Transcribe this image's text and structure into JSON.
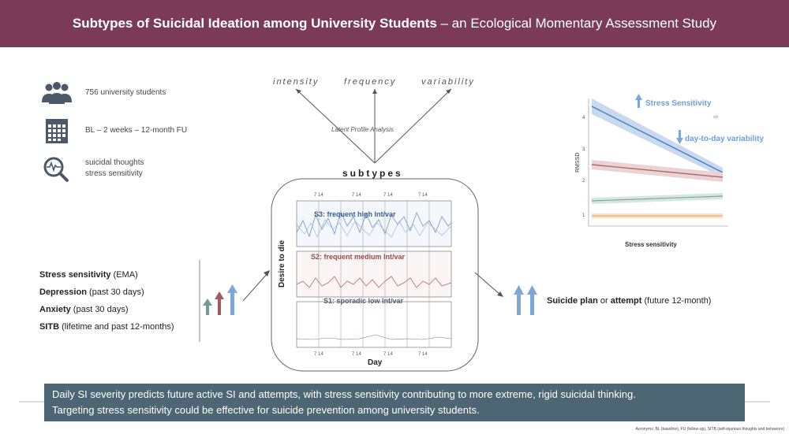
{
  "header": {
    "title_bold": "Subtypes of Suicidal Ideation among University Students",
    "title_rest": " – an Ecological Momentary Assessment Study"
  },
  "info": {
    "students": "756 university students",
    "timeline": "BL – 2 weeks – 12-month FU",
    "measures_line1": "suicidal thoughts",
    "measures_line2": "stress sensitivity"
  },
  "top_labels": {
    "intensity": "intensity",
    "frequency": "frequency",
    "variability": "variability"
  },
  "lpa_label": "Latent Profile Analysis",
  "subtypes": {
    "title": "subtypes",
    "s3": "S3: frequent high lnt/var",
    "s2": "S2: frequent medium lnt/var",
    "s1": "S1: sporadic low lnt/var",
    "y_label": "Desire to die",
    "x_label": "Day",
    "tick": "7 14"
  },
  "predictors": [
    {
      "bold": "Stress sensitivity",
      "rest": " (EMA)"
    },
    {
      "bold": "Depression",
      "rest": " (past 30 days)"
    },
    {
      "bold": "Anxiety",
      "rest": " (past 30 days)"
    },
    {
      "bold": "SITB",
      "rest": " (lifetime and past 12-months)"
    }
  ],
  "outcome": {
    "bold1": "Suicide plan",
    "mid": " or ",
    "bold2": "attempt",
    "rest": " (future 12-month)"
  },
  "inset": {
    "y_label": "RMSSD",
    "x_label": "Stress sensitivity",
    "label1": "Stress Sensitivity",
    "label2": "day-to-day variability",
    "colors": {
      "s3": "#4f7fc0",
      "s2": "#b06a6a",
      "s1": "#7fa79c",
      "s0": "#e8b27a"
    }
  },
  "conclusion": {
    "line1": "Daily SI severity predicts future active SI and attempts, with stress sensitivity contributing to more extreme, rigid suicidal thinking.",
    "line2": "Targeting stress sensitivity could be effective for suicide prevention among university students."
  },
  "footnote": "Acronyms: BL (baseline), FU (follow-up), SITB (self-injurious thoughts and behaviors)",
  "colors": {
    "header": "#7b3a57",
    "box": "#4c6674",
    "arrow_blue": "#7fa6d6",
    "arrow_red": "#a35a5a",
    "arrow_teal": "#6f9d92"
  }
}
